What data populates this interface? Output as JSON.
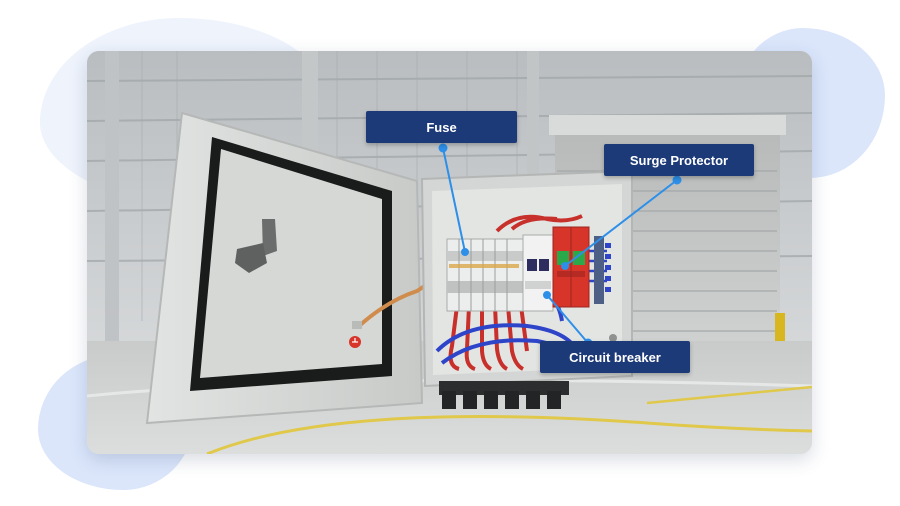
{
  "labels": {
    "fuse": "Fuse",
    "surge_protector": "Surge Protector",
    "circuit_breaker": "Circuit breaker"
  },
  "colors": {
    "callout_bg": "#1d3a78",
    "pointer_line": "#2e8fe8",
    "breaker_red": "#d7342a",
    "wire_blue": "#2f45c9",
    "floor_stripe": "#e0c84a"
  },
  "icons": {
    "ground_symbol": "ground-warning-icon"
  }
}
